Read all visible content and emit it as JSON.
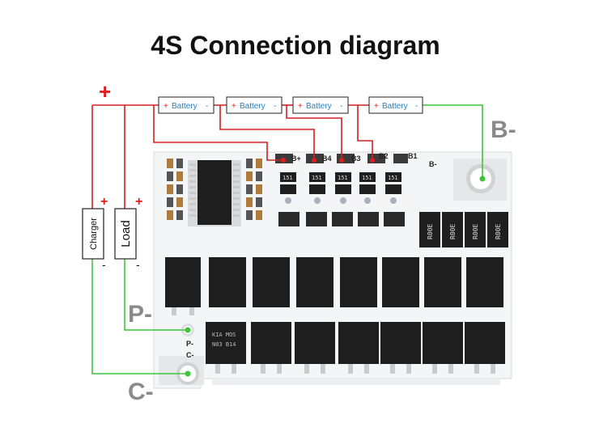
{
  "title": "4S Connection diagram",
  "labels": {
    "plus_main": "+",
    "plus_charger": "+",
    "plus_load": "+",
    "minus_charger": "-",
    "minus_load": "-",
    "b_minus": "B-",
    "p_minus": "P-",
    "c_minus": "C-",
    "charger": "Charger",
    "load": "Load"
  },
  "batteries": [
    {
      "plus": "+",
      "name": "Battery",
      "minus": "-"
    },
    {
      "plus": "+",
      "name": "Battery",
      "minus": "-"
    },
    {
      "plus": "+",
      "name": "Battery",
      "minus": "-"
    },
    {
      "plus": "+",
      "name": "Battery",
      "minus": "-"
    }
  ],
  "board": {
    "pads": [
      "B+",
      "B4",
      "B3",
      "B2",
      "B1"
    ],
    "b_minus_pad": "B-",
    "p_pad": "P-",
    "c_pad": "C-",
    "resistor_code": "151",
    "shunt_code": "R00E",
    "mosfet_lines": [
      "KIA  MOS",
      "N03  B14"
    ]
  },
  "colors": {
    "red_wire": "#d42020",
    "green_wire": "#3cc63c",
    "plus_red": "#e11b1b",
    "battery_text": "#2a7ec0",
    "label_gray": "#8a8a8a"
  }
}
